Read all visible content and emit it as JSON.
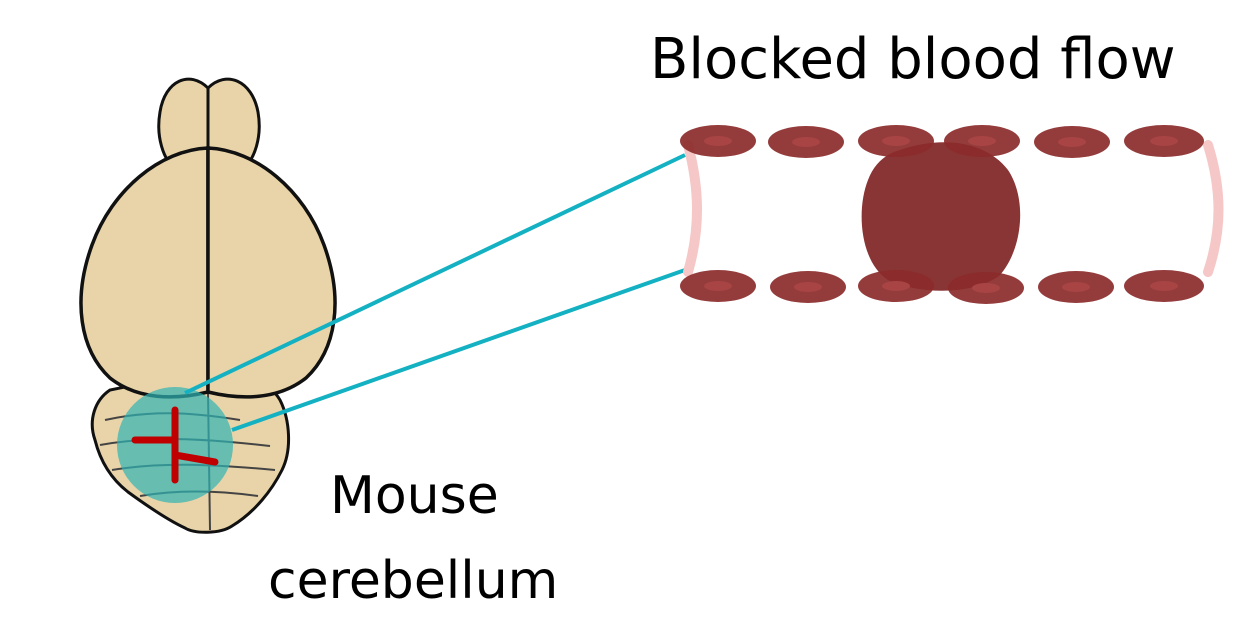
{
  "labels": {
    "title": "Blocked blood flow",
    "region_line1": "Mouse",
    "region_line2": "cerebellum"
  },
  "colors": {
    "brain_fill": "#e8d4a8",
    "outline": "#111111",
    "highlight": "#2fb3b4",
    "connector": "#14b1c2",
    "vessel_cell": "#8b2a2a",
    "vessel_wall": "#f6c7c7",
    "clot": "#7f2424",
    "vessel_mark": "#c00000"
  },
  "icons": [
    "mouse-brain-illustration",
    "blood-vessel-illustration",
    "blood-clot"
  ]
}
